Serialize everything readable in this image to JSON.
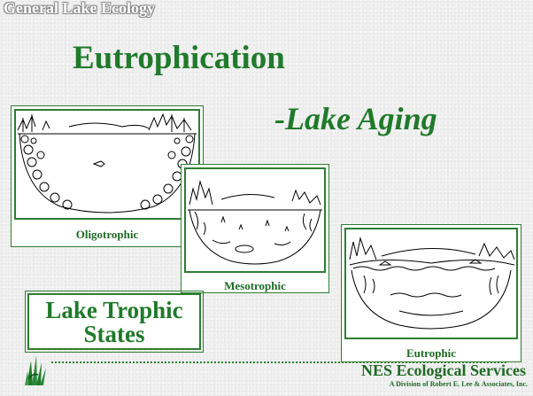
{
  "header": {
    "label": "General Lake Ecology"
  },
  "title": "Eutrophication",
  "subtitle": "-Lake Aging",
  "panels": [
    {
      "label": "Oligotrophic"
    },
    {
      "label": "Mesotrophic"
    },
    {
      "label": "Eutrophic"
    }
  ],
  "states_box": {
    "line1": "Lake Trophic",
    "line2": "States"
  },
  "footer": {
    "company": "NES Ecological Services",
    "division": "A Division of Robert E. Lee & Associates, Inc."
  },
  "colors": {
    "accent": "#1f7a2a",
    "border": "#2e7d32",
    "background": "#f0f0f0"
  }
}
